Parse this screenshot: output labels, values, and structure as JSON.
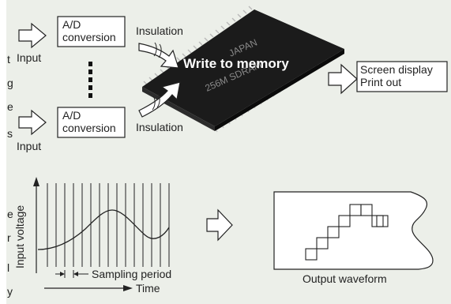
{
  "top": {
    "adc1": {
      "line1": "A/D",
      "line2": "conversion"
    },
    "adc2": {
      "line1": "A/D",
      "line2": "conversion"
    },
    "input1": "Input",
    "input2": "Input",
    "insulation1": "Insulation",
    "insulation2": "Insulation",
    "chip_main": "Write to memory",
    "chip_print1": "JAPAN",
    "chip_print2": "256M SDRAM",
    "output_box": {
      "line1": "Screen display",
      "line2": "Print out"
    }
  },
  "bottom": {
    "ylabel": "Input voltage",
    "xlabel": "Time",
    "sampling": "Sampling period",
    "waveform_label": "Output waveform"
  },
  "side_glyphs": [
    "t",
    "g",
    "e",
    "s",
    "e",
    "r",
    "l",
    "y"
  ],
  "colors": {
    "background": "#ecefe9",
    "chip": "#1b1b1b",
    "pins": "#b9b9b9"
  }
}
